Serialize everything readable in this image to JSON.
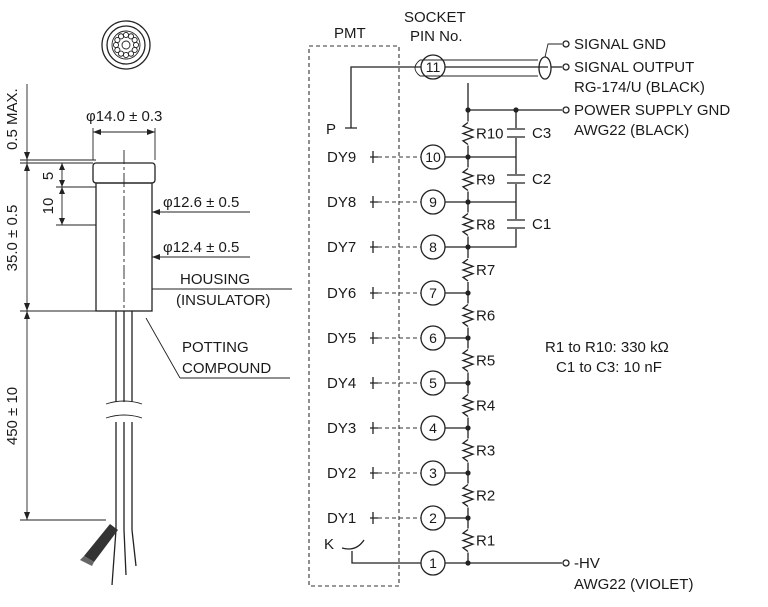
{
  "dimensions": {
    "max_offset": "0.5 MAX.",
    "housing_length": "35.0 ± 0.5",
    "lead_length": "450 ± 10",
    "top_diameter": "φ14.0 ± 0.3",
    "dim_5": "5",
    "dim_10": "10",
    "mid_diameter": "φ12.6 ± 0.5",
    "lower_diameter": "φ12.4 ± 0.5",
    "housing_label_1": "HOUSING",
    "housing_label_2": "(INSULATOR)",
    "potting_label_1": "POTTING",
    "potting_label_2": "COMPOUND"
  },
  "schematic": {
    "pmt_label": "PMT",
    "socket_label_1": "SOCKET",
    "socket_label_2": "PIN No.",
    "anode_label": "P",
    "cathode_label": "K",
    "dynodes": [
      "DY9",
      "DY8",
      "DY7",
      "DY6",
      "DY5",
      "DY4",
      "DY3",
      "DY2",
      "DY1"
    ],
    "pins": [
      "11",
      "10",
      "9",
      "8",
      "7",
      "6",
      "5",
      "4",
      "3",
      "2",
      "1"
    ],
    "resistors": [
      "R10",
      "R9",
      "R8",
      "R7",
      "R6",
      "R5",
      "R4",
      "R3",
      "R2",
      "R1"
    ],
    "capacitors": [
      "C3",
      "C2",
      "C1"
    ],
    "signal_gnd": "SIGNAL GND",
    "signal_output": "SIGNAL OUTPUT",
    "signal_cable": "RG-174/U (BLACK)",
    "power_gnd": "POWER SUPPLY GND",
    "power_wire": "AWG22 (BLACK)",
    "resistor_spec": "R1 to R10: 330 kΩ",
    "capacitor_spec": "C1 to C3: 10 nF",
    "hv_label": "-HV",
    "hv_wire": "AWG22 (VIOLET)"
  }
}
